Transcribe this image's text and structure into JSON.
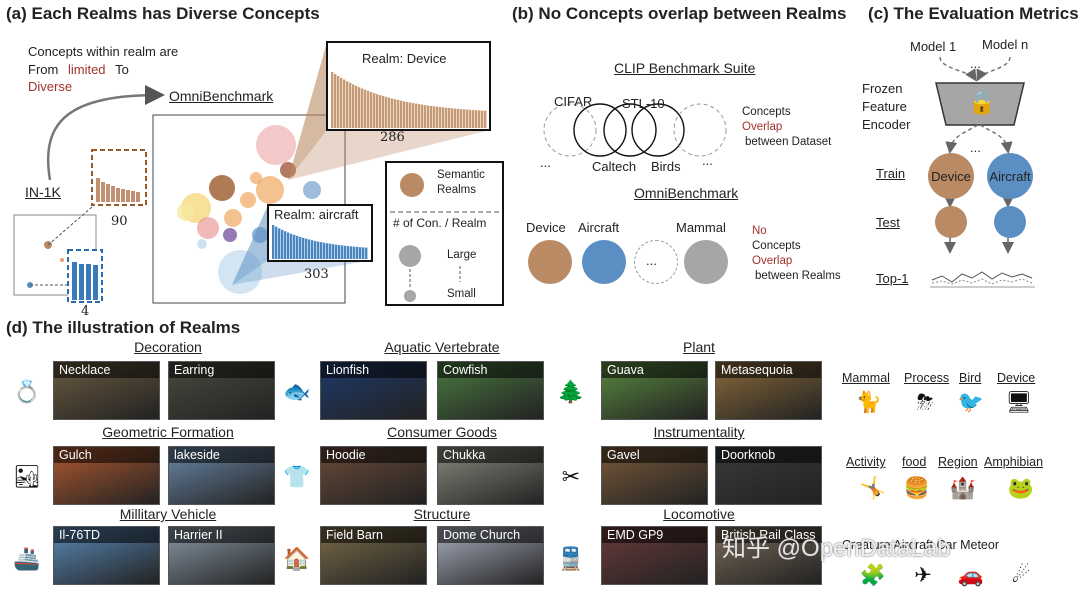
{
  "panel_a": {
    "title": "(a) Each Realms has Diverse Concepts",
    "concepts_note_1": "Concepts within realm are",
    "concepts_note_2": "From",
    "concepts_note_limited": "limited",
    "concepts_note_to": "To",
    "concepts_note_diverse": "Diverse",
    "omnibenchmark_label": "OmniBenchmark",
    "in1k_label": "IN-1K",
    "in1k_count_a": "90",
    "in1k_count_b": "4",
    "device_title": "Realm: Device",
    "device_count": "286",
    "aircraft_title": "Realm: aircraft",
    "aircraft_count": "303",
    "legend_semantic": "Semantic Realms",
    "legend_concepts": "# of Con. / Realm",
    "legend_large": "Large",
    "legend_small": "Small"
  },
  "panel_b": {
    "title": "(b) No Concepts overlap between Realms",
    "clip_label": "CLIP Benchmark Suite",
    "cifar": "CIFAR",
    "stl": "STL-10",
    "caltech": "Caltech",
    "birds": "Birds",
    "dots": "...",
    "overlap_1": "Concepts",
    "overlap_2": "Overlap",
    "overlap_3": "between Dataset",
    "omni_label": "OmniBenchmark",
    "device": "Device",
    "aircraft": "Aircraft",
    "mammal": "Mammal",
    "no_1": "No",
    "no_2": "Concepts",
    "no_3": "Overlap",
    "no_4": "between Realms"
  },
  "panel_c": {
    "title": "(c) The Evaluation Metrics",
    "model_1": "Model 1",
    "model_n": "Model n",
    "dots": "...",
    "frozen_1": "Frozen",
    "frozen_2": "Feature",
    "frozen_3": "Encoder",
    "train": "Train",
    "test": "Test",
    "top1": "Top-1",
    "device": "Device",
    "aircraft": "Aircraft"
  },
  "panel_d": {
    "title": "(d) The illustration of Realms",
    "groups": [
      {
        "category": "Decoration",
        "icon": "ring-icon",
        "glyph": "💍",
        "img1": "Necklace",
        "img2": "Earring"
      },
      {
        "category": "Aquatic Vertebrate",
        "icon": "fish-icon",
        "glyph": "🐟",
        "img1": "Lionfish",
        "img2": "Cowfish"
      },
      {
        "category": "Plant",
        "icon": "tree-icon",
        "glyph": "🌲",
        "img1": "Guava",
        "img2": "Metasequoia"
      },
      {
        "category": "Geometric Formation",
        "icon": "landscape-icon",
        "glyph": "🏜",
        "img1": "Gulch",
        "img2": "lakeside"
      },
      {
        "category": "Consumer Goods",
        "icon": "tshirt-icon",
        "glyph": "👕",
        "img1": "Hoodie",
        "img2": "Chukka"
      },
      {
        "category": "Instrumentality",
        "icon": "tools-icon",
        "glyph": "✂",
        "img1": "Gavel",
        "img2": "Doorknob"
      },
      {
        "category": "Millitary Vehicle",
        "icon": "ship-icon",
        "glyph": "🚢",
        "img1": "Il-76TD",
        "img2": "Harrier II"
      },
      {
        "category": "Structure",
        "icon": "house-icon",
        "glyph": "🏠",
        "img1": "Field Barn",
        "img2": "Dome Church"
      },
      {
        "category": "Locomotive",
        "icon": "train-icon",
        "glyph": "🚆",
        "img1": "EMD GP9",
        "img2": "British Rail Class"
      }
    ],
    "realms_row1": [
      "Mammal",
      "Process",
      "Bird",
      "Device"
    ],
    "realms_row2": [
      "Activity",
      "food",
      "Region",
      "Amphibian"
    ],
    "realms_row3": "Creature Aircraft Car Meteor",
    "watermark": "知乎 @OpenDataLab"
  },
  "colors": {
    "brown": "#b98a63",
    "blue": "#5b8fc3",
    "gray": "#a6a6a6",
    "red": "#a0322a"
  }
}
